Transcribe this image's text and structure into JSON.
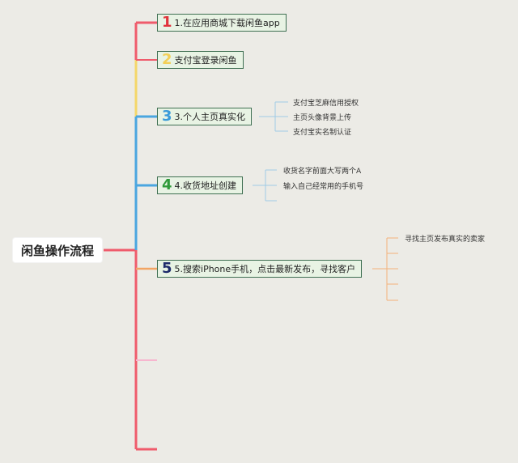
{
  "root": {
    "label": "闲鱼操作流程"
  },
  "steps": [
    {
      "num": "1",
      "label": "1.在应用商城下载闲鱼app",
      "color": "#e0343c"
    },
    {
      "num": "2",
      "label": "支付宝登录闲鱼",
      "color": "#f3cf57"
    },
    {
      "num": "3",
      "label": "3.个人主页真实化",
      "color": "#3a9ad9",
      "children": [
        "支付宝芝麻信用授权",
        "主页头像背景上传",
        "支付宝实名制认证"
      ]
    },
    {
      "num": "4",
      "label": "4.收货地址创建",
      "color": "#2f9a3a",
      "children": [
        "收货名字前面大写两个A",
        "输入自己经常用的手机号"
      ]
    },
    {
      "num": "5",
      "label": "5.搜索iPhone手机，点击最新发布，寻找客户",
      "color": "#1d2a6b",
      "children": [
        "寻找主页发布真实的卖家"
      ]
    }
  ],
  "colors": {
    "trunk_red": "#ef5b6c",
    "trunk_yellow": "#f4d76a",
    "trunk_blue": "#4aa6e0",
    "branch_orange": "#f2a564",
    "branch_pink": "#f7b6cf",
    "leaf_line_blue": "#9fcbe6",
    "leaf_line_orange": "#f3b27a"
  }
}
